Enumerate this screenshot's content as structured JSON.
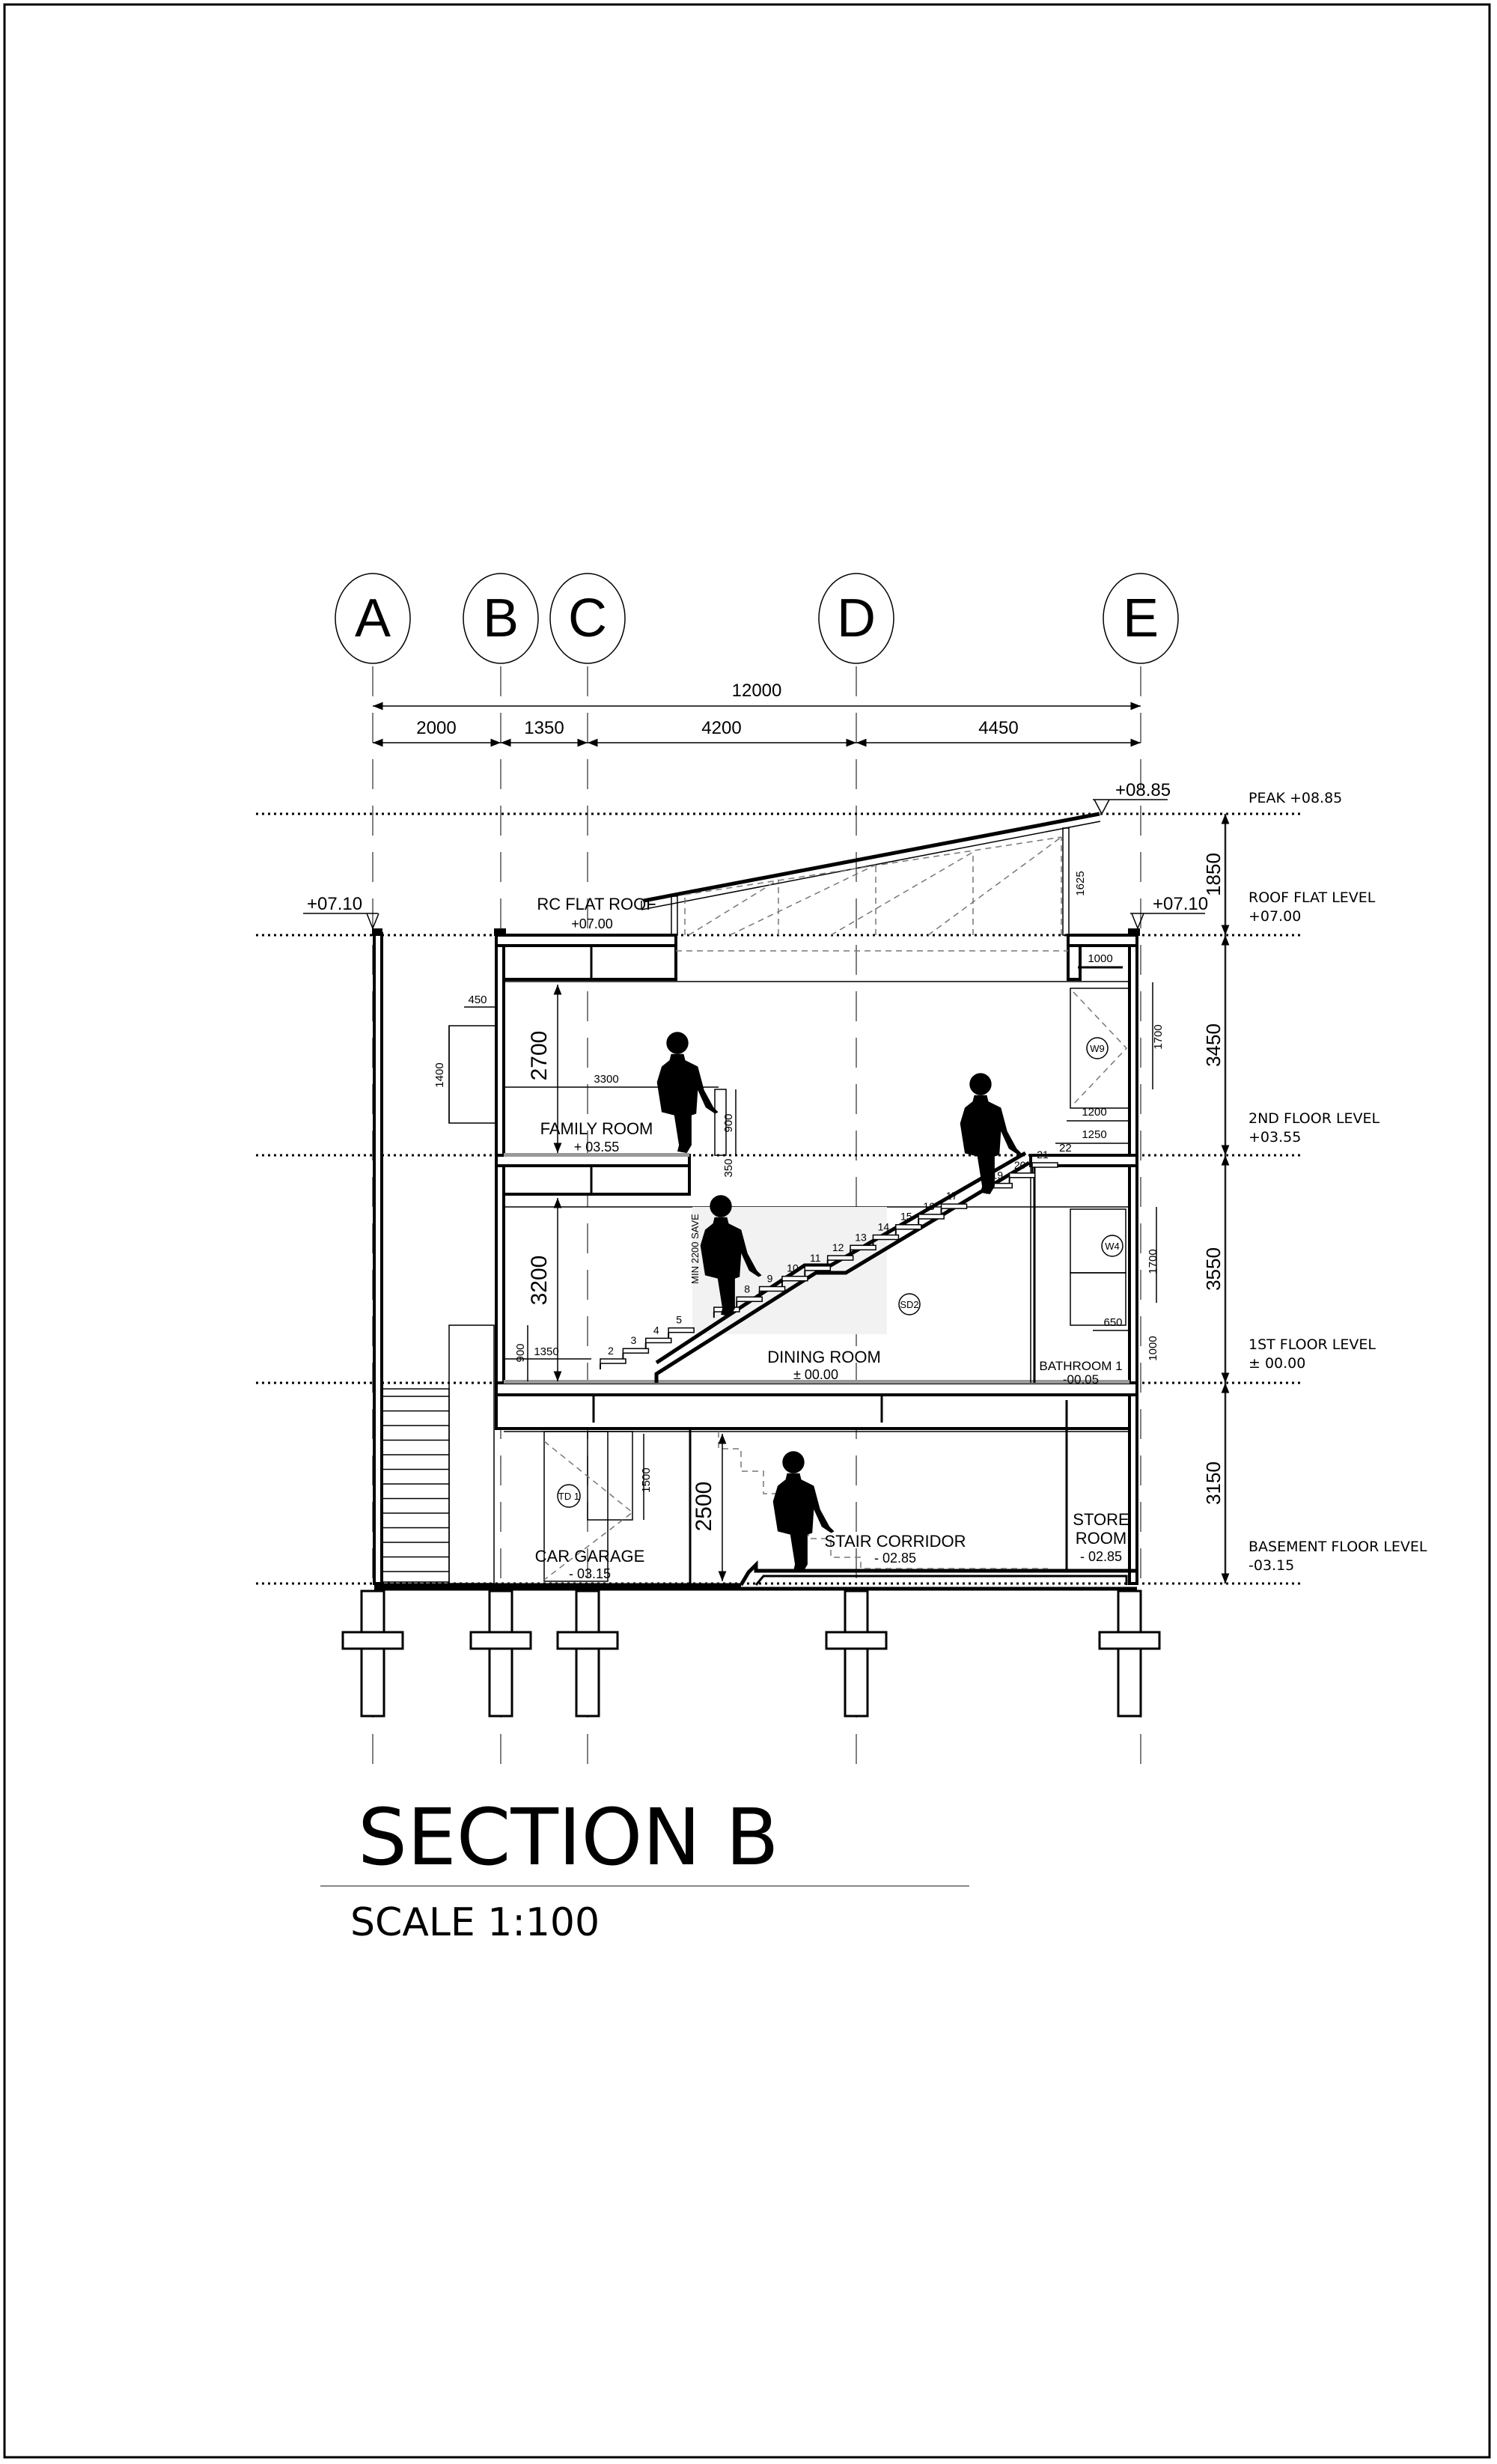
{
  "grid_labels": [
    "A",
    "B",
    "C",
    "D",
    "E"
  ],
  "overall_dimension": "12000",
  "span_dimensions": [
    "2000",
    "1350",
    "4200",
    "4450"
  ],
  "levels": {
    "peak": "PEAK +08.85",
    "roof_title": "ROOF FLAT LEVEL",
    "roof_value": "+07.00",
    "second_title": "2ND FLOOR LEVEL",
    "second_value": "+03.55",
    "first_title": "1ST FLOOR LEVEL",
    "first_value": "± 00.00",
    "basement_title": "BASEMENT FLOOR LEVEL",
    "basement_value": "-03.15"
  },
  "level_dimensions": [
    "1850",
    "3450",
    "3550",
    "3150"
  ],
  "elevation_marks": {
    "peak": "+08.85",
    "left_parapet": "+07.10",
    "right_parapet": "+07.10"
  },
  "rooms": {
    "roof": {
      "name": "RC FLAT ROOF",
      "level": "+07.00"
    },
    "family": {
      "name": "FAMILY ROOM",
      "level": "+ 03.55"
    },
    "dining": {
      "name": "DINING ROOM",
      "level": "± 00.00"
    },
    "bathroom": {
      "name": "BATHROOM 1",
      "level": "-00.05"
    },
    "garage": {
      "name": "CAR GARAGE",
      "level": "- 03.15"
    },
    "corridor": {
      "name": "STAIR CORRIDOR",
      "level": "- 02.85"
    },
    "store": {
      "name1": "STORE",
      "name2": "ROOM",
      "level": "- 02.85"
    }
  },
  "heights": {
    "second_floor": "2700",
    "first_floor": "3200",
    "basement": "2500"
  },
  "dims": {
    "d3300": "3300",
    "d450": "450",
    "d1400": "1400",
    "d900a": "900",
    "d350": "350",
    "d1625": "1625",
    "d1000a": "1000",
    "d1700a": "1700",
    "d1200": "1200",
    "d1250": "1250",
    "d22": "22",
    "headroom": "MIN 2200 SAVE",
    "d900b": "900",
    "d1350": "1350",
    "d1700b": "1700",
    "d650": "650",
    "d1000b": "1000",
    "d1500": "1500"
  },
  "tags": {
    "w9": "W9",
    "w4": "W4",
    "sd2": "SD2",
    "td1": "TD 1"
  },
  "stair_steps": [
    "2",
    "3",
    "4",
    "5",
    "7",
    "8",
    "9",
    "10",
    "11",
    "12",
    "13",
    "14",
    "15",
    "16",
    "17",
    "19",
    "20",
    "21"
  ],
  "title": "SECTION B",
  "scale": "SCALE 1:100"
}
